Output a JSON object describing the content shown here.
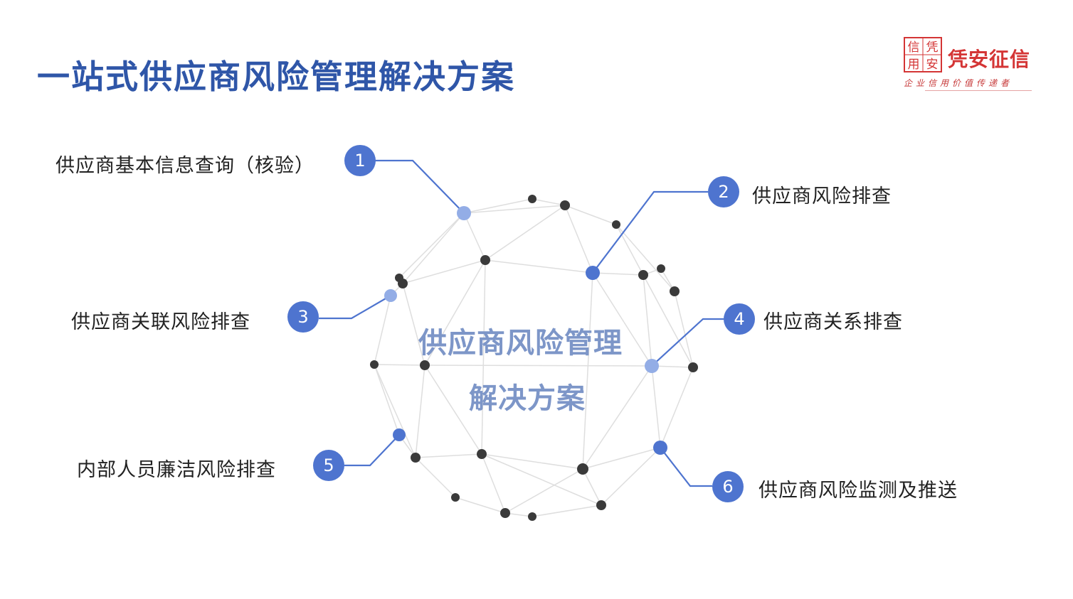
{
  "title": "一站式供应商风险管理解决方案",
  "logo": {
    "seal_chars": [
      "信",
      "凭",
      "用",
      "安"
    ],
    "brand": "凭安征信",
    "slogan": "企业信用价值传递者"
  },
  "center": {
    "line1": "供应商风险管理",
    "line2": "解决方案"
  },
  "items": [
    {
      "number": "1",
      "label": "供应商基本信息查询（核验）"
    },
    {
      "number": "2",
      "label": "供应商风险排查"
    },
    {
      "number": "3",
      "label": "供应商关联风险排查"
    },
    {
      "number": "4",
      "label": "供应商关系排查"
    },
    {
      "number": "5",
      "label": "内部人员廉洁风险排查"
    },
    {
      "number": "6",
      "label": "供应商风险监测及推送"
    }
  ],
  "colors": {
    "title": "#2f56a8",
    "accent": "#4e74cf",
    "node_dark": "#3a3a3a",
    "node_light": "#93ade6",
    "brand_red": "#d43535"
  }
}
